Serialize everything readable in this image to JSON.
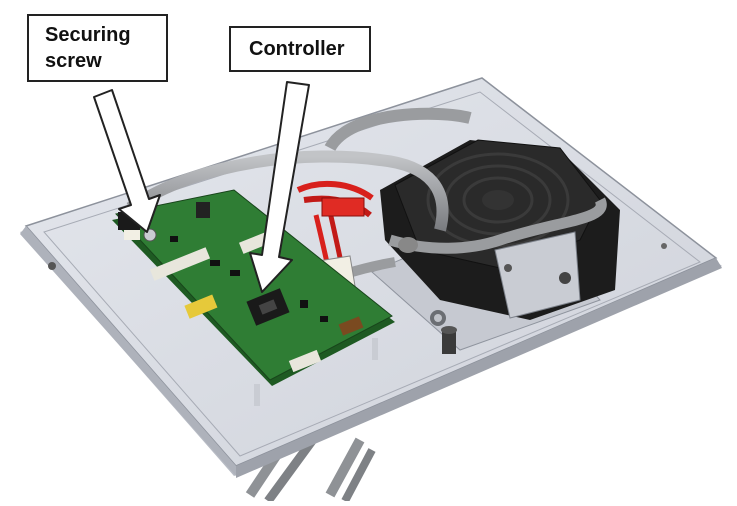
{
  "callouts": {
    "securing_screw": {
      "line1": "Securing",
      "line2": "screw"
    },
    "controller": {
      "label": "Controller"
    }
  },
  "colors": {
    "tray": "#d9dce3",
    "tray_edge": "#b3b7c1",
    "pcb": "#2f7d34",
    "pcb_dark": "#1e5a22",
    "pad": "#1a1a1a",
    "cable": "#9a9c9f",
    "red_wires": "#d8201c",
    "connector": "#f2efe4",
    "yellow_part": "#e6c93a"
  }
}
